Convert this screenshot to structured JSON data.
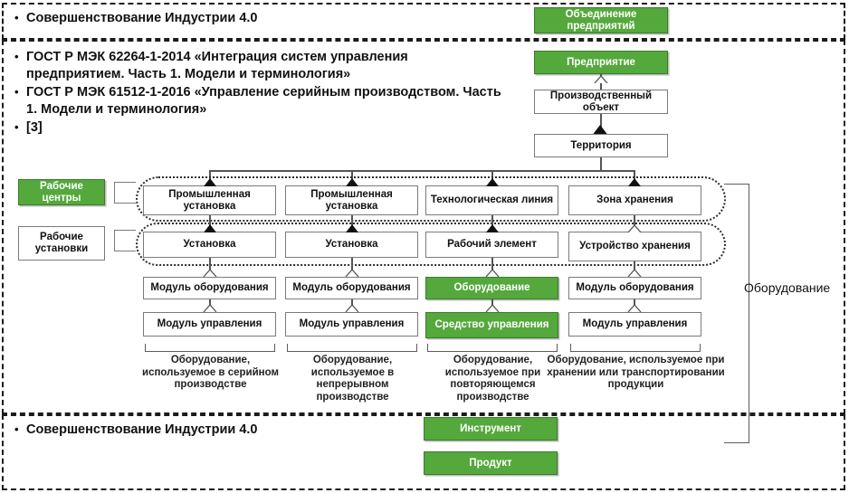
{
  "panels": {
    "top": {
      "bullets": [
        "Совершенствование Индустрии 4.0"
      ]
    },
    "middle": {
      "bullets": [
        "ГОСТ Р МЭК 62264-1-2014 «Интеграция систем управления предприятием. Часть 1. Модели и терминология»",
        "ГОСТ Р МЭК 61512-1-2016 «Управление серийным производством. Часть 1. Модели и терминология»",
        "[3]"
      ]
    },
    "bottom": {
      "bullets": [
        "Совершенствование Индустрии 4.0"
      ]
    }
  },
  "hierarchy": {
    "enterprise_group": "Объединение предприятий",
    "enterprise": "Предприятие",
    "site": "Производственный объект",
    "area": "Территория"
  },
  "side_labels": {
    "work_centers": "Рабочие центры",
    "work_units": "Рабочие установки",
    "equipment_bracket": "Оборудование"
  },
  "row_work_centers": [
    "Промышленная установка",
    "Промышленная установка",
    "Технологическая линия",
    "Зона хранения"
  ],
  "row_work_units": [
    "Установка",
    "Установка",
    "Рабочий элемент",
    "Устройство хранения"
  ],
  "row_equipment_modules": [
    "Модуль оборудования",
    "Модуль оборудования",
    "Оборудование",
    "Модуль оборудования"
  ],
  "row_control_modules": [
    "Модуль управления",
    "Модуль управления",
    "Средство управления",
    "Модуль управления"
  ],
  "captions": [
    "Оборудование, используемое в серийном производстве",
    "Оборудование, используемое в непрерывном производстве",
    "Оборудование, используемое при повторяющемся производстве",
    "Оборудование, используемое при хранении или транспортировании продукции"
  ],
  "bottom_nodes": {
    "tool": "Инструмент",
    "product": "Продукт"
  },
  "colors": {
    "green": "#54a83c",
    "green_border": "#3c7c2b",
    "box_border": "#6b6b6b",
    "line": "#555555",
    "frame": "#1b1b1b"
  }
}
